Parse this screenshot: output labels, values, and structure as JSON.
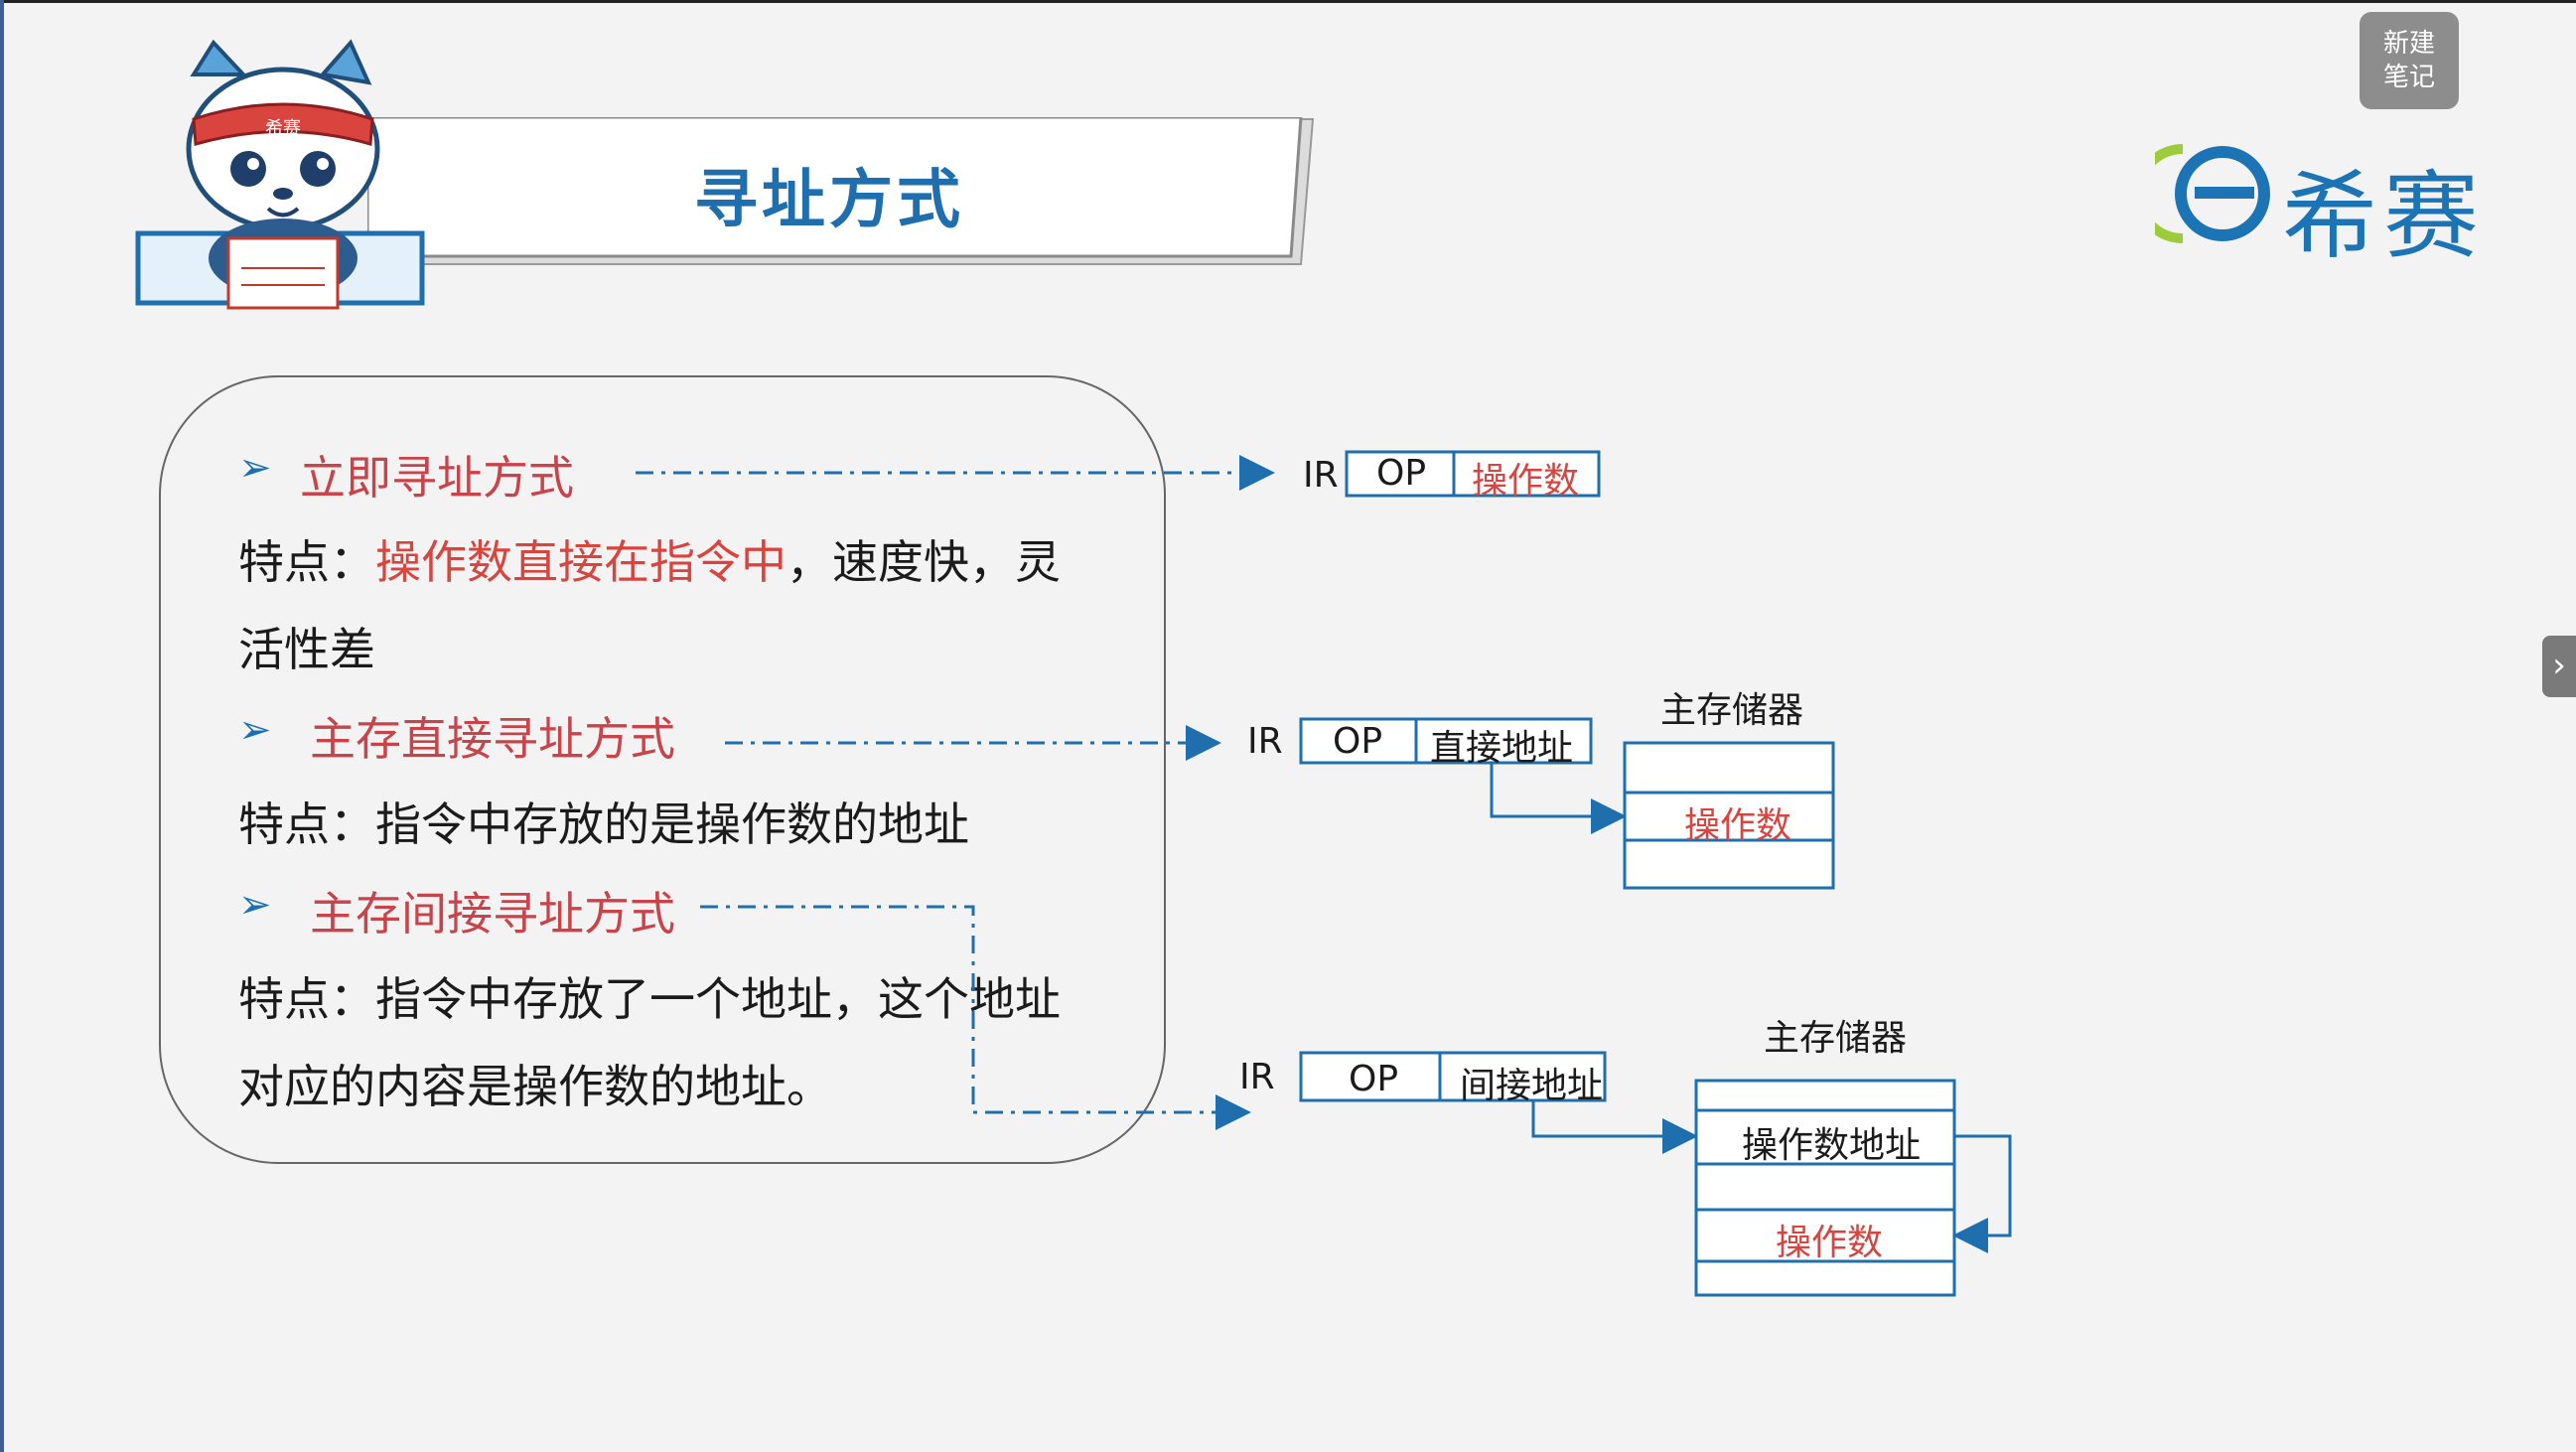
{
  "window": {
    "new_note_label_line1": "新建",
    "new_note_label_line2": "笔记"
  },
  "header": {
    "title": "寻址方式",
    "logo_text": "希赛",
    "mascot_headband_text": "希赛"
  },
  "side_tab": {
    "icon": "chevron-right-icon",
    "glyph": "›"
  },
  "colors": {
    "accent_blue": "#1f6fae",
    "highlight_red": "#d9443f",
    "background": "#f3f3f3"
  },
  "sections": [
    {
      "heading": "立即寻址方式",
      "feature_prefix": "特点：",
      "feature_highlight": "操作数直接在指令中",
      "feature_rest": "，速度快，灵",
      "feature_line2": "活性差"
    },
    {
      "heading": "主存直接寻址方式",
      "feature_prefix": "特点：",
      "feature_text": "指令中存放的是操作数的地址"
    },
    {
      "heading": "主存间接寻址方式",
      "feature_prefix": "特点：",
      "feature_text": "指令中存放了一个地址，这个地址",
      "feature_line2": "对应的内容是操作数的地址。"
    }
  ],
  "diagrams": {
    "immediate": {
      "reg": "IR",
      "op": "OP",
      "field": "操作数"
    },
    "direct": {
      "reg": "IR",
      "op": "OP",
      "field": "直接地址",
      "memory_label": "主存储器",
      "memory_cell": "操作数"
    },
    "indirect": {
      "reg": "IR",
      "op": "OP",
      "field": "间接地址",
      "memory_label": "主存储器",
      "memory_cell_address": "操作数地址",
      "memory_cell_operand": "操作数"
    }
  }
}
